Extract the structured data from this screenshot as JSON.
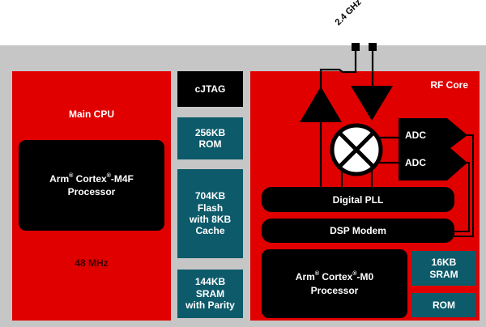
{
  "antenna": {
    "label": "2.4 GHz"
  },
  "main_cpu": {
    "title": "Main CPU",
    "processor_brand": "Arm",
    "processor_series": "Cortex",
    "processor_model": "-M4F",
    "processor_line2": "Processor",
    "registered_mark": "®",
    "clock": "48 MHz"
  },
  "middle_blocks": {
    "cjtag": "cJTAG",
    "rom": [
      "256KB",
      "ROM"
    ],
    "flash": [
      "704KB",
      "Flash",
      "with 8KB",
      "Cache"
    ],
    "sram": [
      "144KB",
      "SRAM",
      "with Parity"
    ]
  },
  "rf_core": {
    "title": "RF Core",
    "adc_top": "ADC",
    "adc_bottom": "ADC",
    "digital_pll": "Digital PLL",
    "dsp_modem": "DSP Modem",
    "processor_brand": "Arm",
    "processor_series": "Cortex",
    "processor_model": "-M0",
    "processor_line2": "Processor",
    "registered_mark": "®",
    "sram": [
      "16KB",
      "SRAM"
    ],
    "rom": "ROM"
  },
  "colors": {
    "chip_background": "#c6c6c6",
    "block_red": "#e10000",
    "block_black": "#000000",
    "memory_teal": "#0d5a6a"
  }
}
